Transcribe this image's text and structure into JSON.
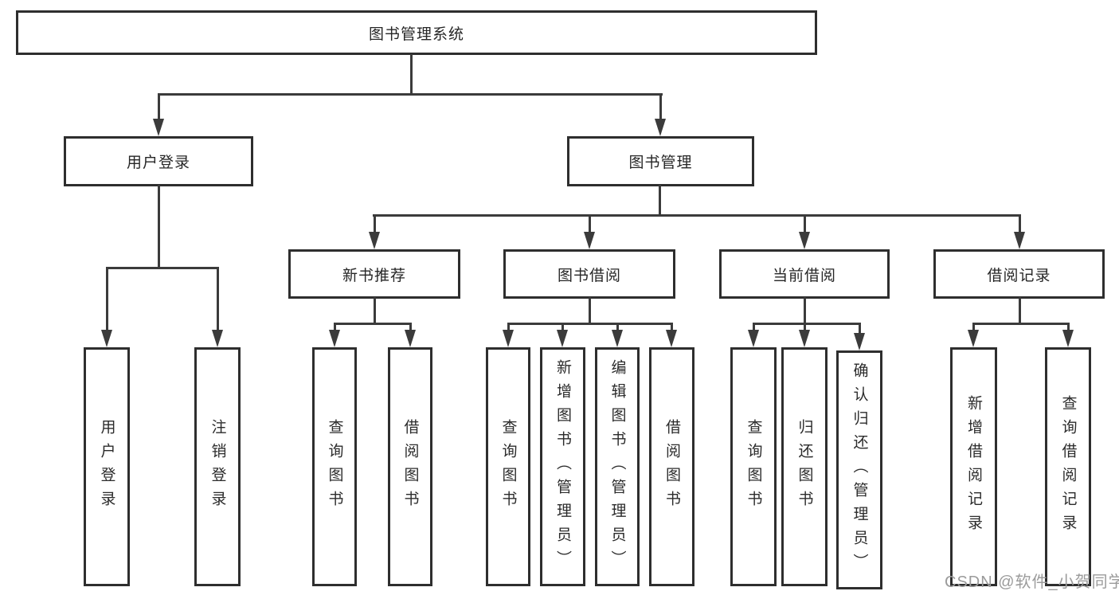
{
  "diagram": {
    "root": {
      "label": "图书管理系统"
    },
    "branches": [
      {
        "label": "用户登录",
        "children": [
          "用户登录",
          "注销登录"
        ]
      },
      {
        "label": "图书管理",
        "groups": [
          {
            "label": "新书推荐",
            "children": [
              "查询图书",
              "借阅图书"
            ]
          },
          {
            "label": "图书借阅",
            "children": [
              "查询图书",
              "新增图书（管理员）",
              "编辑图书（管理员）",
              "借阅图书"
            ]
          },
          {
            "label": "当前借阅",
            "children": [
              "查询图书",
              "归还图书",
              "确认归还（管理员）"
            ]
          },
          {
            "label": "借阅记录",
            "children": [
              "新增借阅记录",
              "查询借阅记录"
            ]
          }
        ]
      }
    ]
  },
  "watermark": {
    "text": "CSDN @软件_小贺同学"
  },
  "colors": {
    "line": "#3b3b3b",
    "box_border": "#2e2e2e",
    "text": "#262626",
    "watermark": "#9b9b9b",
    "background": "#ffffff"
  }
}
